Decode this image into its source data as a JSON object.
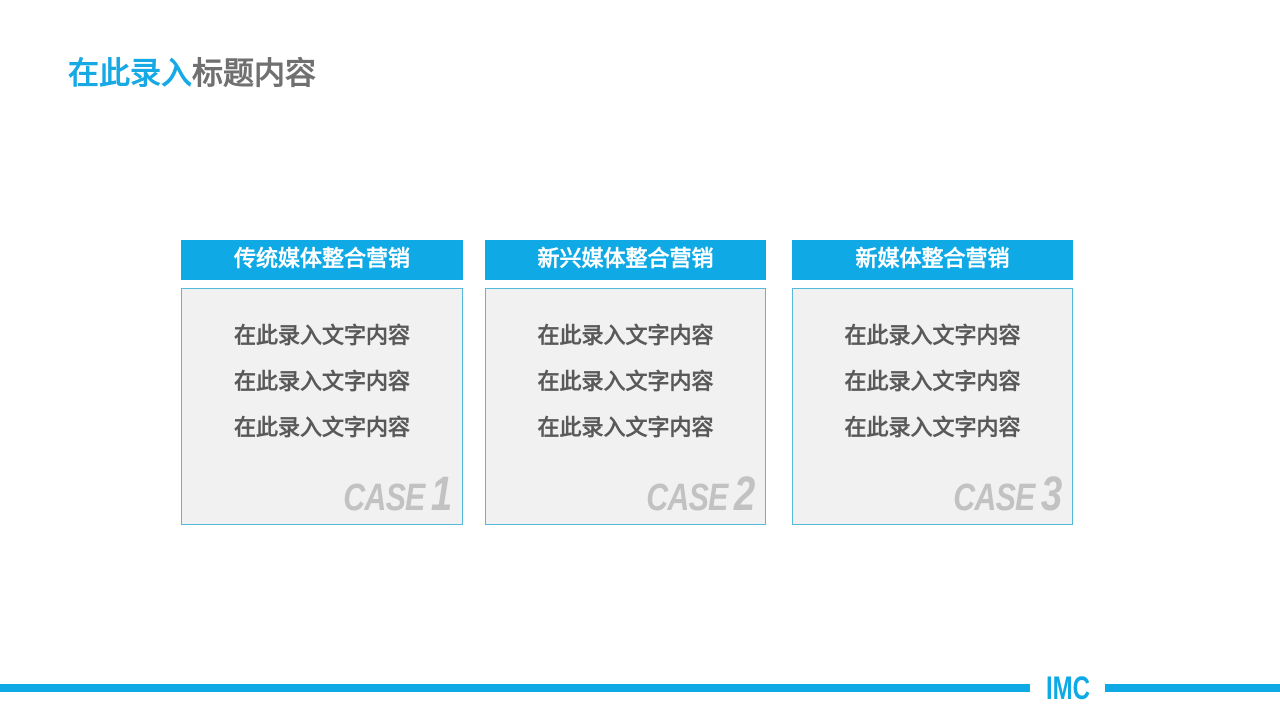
{
  "slide": {
    "title_accent": "在此录入",
    "title_rest": "标题内容",
    "accent_color": "#0fa9e6",
    "cards": [
      {
        "header": "传统媒体整合营销",
        "lines": [
          "在此录入文字内容",
          "在此录入文字内容",
          "在此录入文字内容"
        ],
        "case_word": "CASE",
        "case_num": "1"
      },
      {
        "header": "新兴媒体整合营销",
        "lines": [
          "在此录入文字内容",
          "在此录入文字内容",
          "在此录入文字内容"
        ],
        "case_word": "CASE",
        "case_num": "2"
      },
      {
        "header": "新媒体整合营销",
        "lines": [
          "在此录入文字内容",
          "在此录入文字内容",
          "在此录入文字内容"
        ],
        "case_word": "CASE",
        "case_num": "3"
      }
    ],
    "footer_brand": "IMC"
  }
}
